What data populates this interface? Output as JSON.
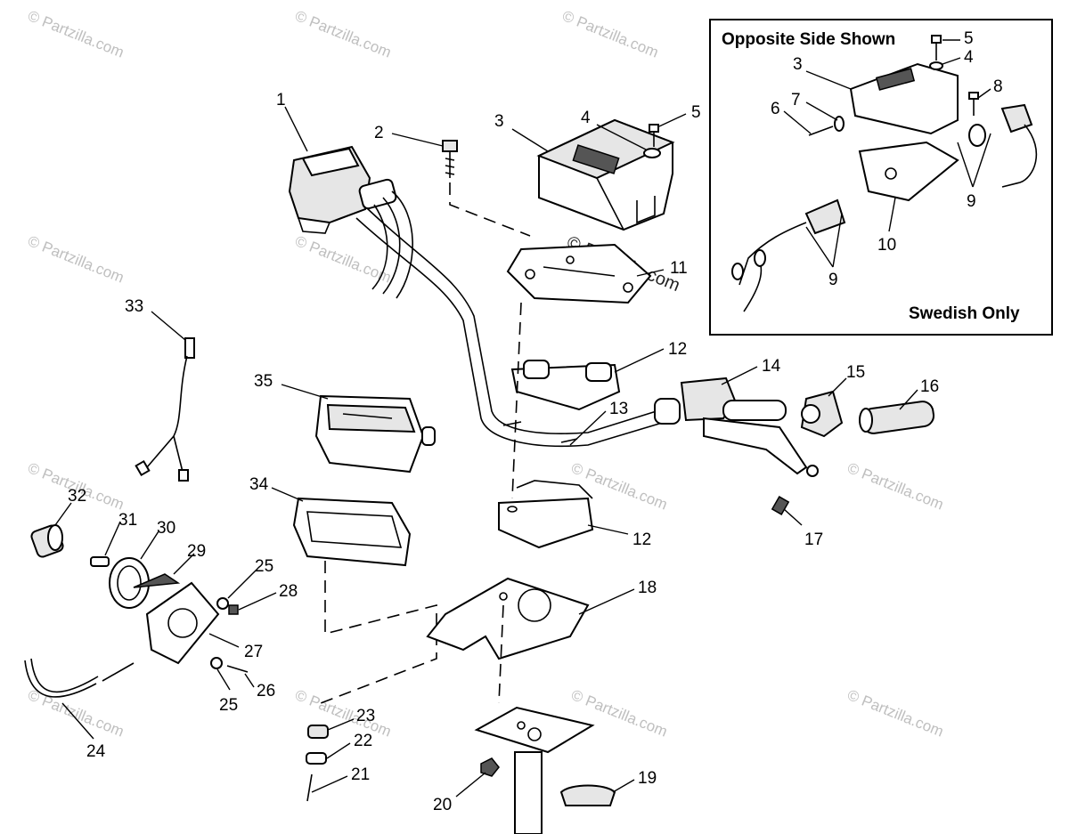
{
  "watermark": {
    "text": "© Partzilla.com",
    "center_text": "© Partzilla.com"
  },
  "inset": {
    "title": "Opposite Side Shown",
    "footer": "Swedish Only",
    "callouts": [
      "5",
      "4",
      "3",
      "8",
      "6",
      "7",
      "9",
      "10",
      "9"
    ]
  },
  "callouts": {
    "c1": "1",
    "c2": "2",
    "c3": "3",
    "c4": "4",
    "c5": "5",
    "c11": "11",
    "c12a": "12",
    "c12b": "12",
    "c13": "13",
    "c14": "14",
    "c15": "15",
    "c16": "16",
    "c17": "17",
    "c18": "18",
    "c19": "19",
    "c20": "20",
    "c21": "21",
    "c22": "22",
    "c23": "23",
    "c24": "24",
    "c25a": "25",
    "c25b": "25",
    "c26": "26",
    "c27": "27",
    "c28": "28",
    "c29": "29",
    "c30": "30",
    "c31": "31",
    "c32": "32",
    "c33": "33",
    "c34": "34",
    "c35": "35"
  }
}
